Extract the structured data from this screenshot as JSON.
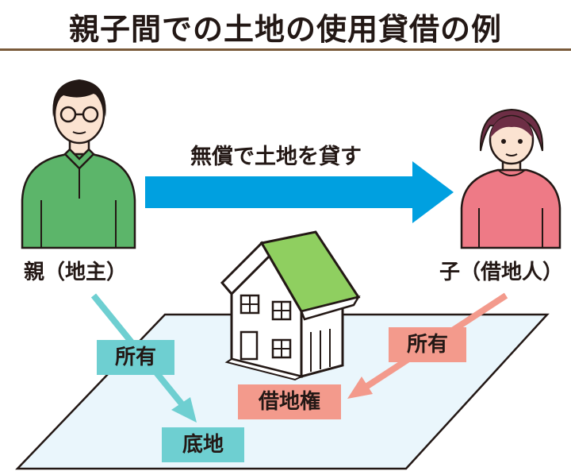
{
  "title": "親子間での土地の使用貸借の例",
  "arrow_caption": "無償で土地を貸す",
  "parent": {
    "label": "親（地主）"
  },
  "child": {
    "label": "子（借地人）"
  },
  "tags": {
    "parent_ownership": "所有",
    "child_ownership": "所有",
    "land": "底地",
    "leasehold": "借地権"
  },
  "colors": {
    "title_rule": "#7a5a3a",
    "main_arrow": "#00a0e0",
    "teal": "#6ecfd1",
    "salmon": "#f39a8c",
    "land": "#eaf6fc",
    "parent_shirt": "#5cb56a",
    "child_shirt": "#ee7a86",
    "roof": "#8fcf60"
  },
  "icons": {
    "parent": "man-figure",
    "child": "woman-figure",
    "house": "house-icon"
  }
}
